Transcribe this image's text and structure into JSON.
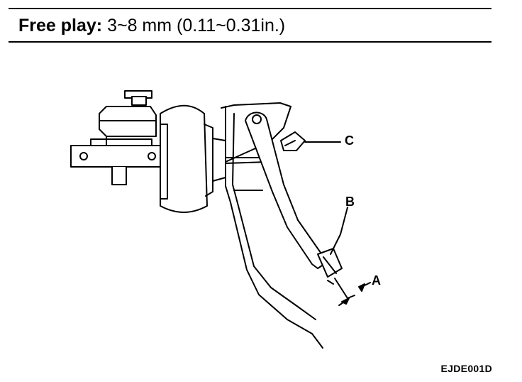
{
  "header": {
    "label": "Free play:",
    "value": "3~8 mm (0.11~0.31in.)"
  },
  "callouts": {
    "a": "A",
    "b": "B",
    "c": "C"
  },
  "figure_code": "EJDE001D"
}
